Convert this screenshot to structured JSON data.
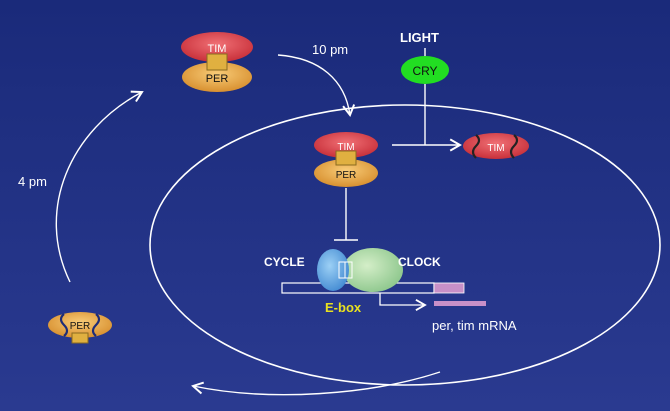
{
  "colors": {
    "background_top": "#1a2a7a",
    "background_bottom": "#2a3a90",
    "tim": "#e0454a",
    "per": "#f0b050",
    "cry": "#22dd22",
    "cycle": "#6aaee8",
    "clock": "#a8d8a0",
    "line": "#ffffff",
    "ebox_text": "#e8e020",
    "mrna": "#c890c8"
  },
  "labels": {
    "light": "LIGHT",
    "cry": "CRY",
    "time_10pm": "10 pm",
    "time_4pm": "4 pm",
    "tim_top": "TIM",
    "per_top": "PER",
    "tim_nucleus": "TIM",
    "per_nucleus": "PER",
    "tim_degraded": "TIM",
    "per_left": "PER",
    "cycle": "CYCLE",
    "clock": "CLOCK",
    "ebox": "E-box",
    "mrna": "per, tim mRNA"
  }
}
